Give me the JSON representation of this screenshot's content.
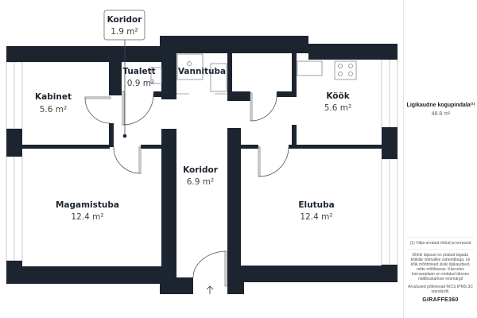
{
  "rooms": {
    "koridor_small": {
      "name": "Koridor",
      "area": "1.9 m²"
    },
    "tualett": {
      "name": "Tualett",
      "area": "0.9 m²"
    },
    "vannituba": {
      "name": "Vannituba"
    },
    "kabinet": {
      "name": "Kabinet",
      "area": "5.6 m²"
    },
    "kook": {
      "name": "Köök",
      "area": "5.6 m²"
    },
    "koridor": {
      "name": "Koridor",
      "area": "6.9 m²"
    },
    "magamistuba": {
      "name": "Magamistuba",
      "area": "12.4 m²"
    },
    "elutuba": {
      "name": "Elutuba",
      "area": "12.4 m²"
    }
  },
  "panel": {
    "total_label": "Ligikaudne kogupindala⁽¹⁾",
    "total_value": "48.8 m²",
    "footnote": "(1) Välja arvatud rõdud ja terrassid",
    "disclaimer": "Ehkki täpsust on püütud tagada kõikide võimalike vahenditega, on kõik mõõtmised siiski ligikaudsed, mitte mõõtkavas. Käesolev korruseplaan on esitatud üksnes näitlikustamise eesmärgil",
    "standard": "Arvutused põhinevad RICS IPMS 3C standardil.",
    "brand": "GIRAFFE360"
  },
  "colors": {
    "wall": "#1c2430"
  }
}
